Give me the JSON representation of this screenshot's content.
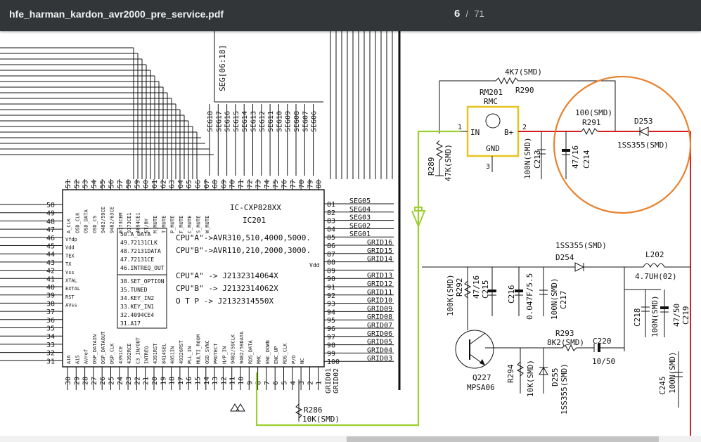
{
  "toolbar": {
    "filename": "hfe_harman_kardon_avr2000_pre_service.pdf",
    "page_current": "6",
    "page_separator": "/",
    "page_total": "71"
  },
  "schematic": {
    "ic_name": "IC-CXP828XX",
    "ic_ref": "IC201",
    "cpu_a_models": "CPU\"A\"->AVR310,510,4000,5000.",
    "cpu_b_models": "CPU\"B\"->AVR110,210,2000,3000.",
    "cpu_a_code": "CPU\"A\"  -> J2132314064X",
    "cpu_b_code": "CPU\"B\"  -> J2132314062X",
    "otp_code": "O T P  -> J2132314550X",
    "vdd": "Vdd",
    "seg_bus": "SEG[06:18]",
    "top_pins": [
      "51",
      "52",
      "53",
      "54",
      "55",
      "56",
      "57",
      "58",
      "59",
      "60",
      "61",
      "62",
      "63",
      "64",
      "65",
      "66",
      "67",
      "68",
      "69",
      "70",
      "71",
      "72",
      "73",
      "74",
      "75",
      "76",
      "77",
      "78",
      "79",
      "80"
    ],
    "top_sigs": [
      "A_CLK",
      "OSD_CLK",
      "OSD_DATA",
      "OSD_CS",
      "9482/59CE",
      "9482/63CE",
      "9173CEM",
      "9173CE1",
      "4094CE1",
      "ST/BY",
      "M_MUTE",
      "T_MUTE",
      "P_MUTE",
      "F_MUTE",
      "C_MUTE",
      "S_MUTE",
      "W_MUTE"
    ],
    "seg_lines": [
      "SEG18",
      "SEG17",
      "SEG16",
      "SEG15",
      "SEG14",
      "SEG13",
      "SEG12",
      "SEG11",
      "SEG10",
      "SEG09",
      "SEG08",
      "SEG07",
      "SEG06"
    ],
    "left_pins": [
      "50",
      "49",
      "48",
      "47",
      "46",
      "45",
      "44",
      "43",
      "42",
      "41",
      "40",
      "39",
      "38",
      "37",
      "36",
      "35",
      "34",
      "33",
      "32",
      "31"
    ],
    "left_sigs": [
      "Vfdp",
      "Vdd",
      "TEX",
      "TX",
      "Vss",
      "XTAL",
      "EXTAL",
      "RST",
      "AVss"
    ],
    "right_pins": [
      "81",
      "82",
      "83",
      "84",
      "85",
      "86",
      "87",
      "88",
      "89",
      "90",
      "91",
      "92",
      "93",
      "94",
      "95",
      "96",
      "97",
      "98",
      "99",
      "100"
    ],
    "right_sigs": [
      "SEG05",
      "SEG04",
      "SEG03",
      "SEG02",
      "SEG01",
      "GRID16",
      "GRID15",
      "GRID14",
      "",
      "GRID13",
      "GRID12",
      "GRID11",
      "GRID10",
      "GRID09",
      "GRID08",
      "GRID07",
      "GRID06",
      "GRID05",
      "GRID04",
      "GRID03"
    ],
    "grid_bottom": [
      "GRID01",
      "GRID02"
    ],
    "bottom_pins": [
      "30",
      "29",
      "28",
      "27",
      "26",
      "25",
      "24",
      "23",
      "22",
      "21",
      "20",
      "19",
      "18",
      "17",
      "16",
      "15",
      "14",
      "13",
      "12",
      "11",
      "10",
      "9",
      "8",
      "7",
      "6",
      "5",
      "4",
      "3",
      "2",
      "1"
    ],
    "bottom_sigs": [
      "A16",
      "A15",
      "AVref",
      "DSP_DATAIN",
      "DSP_DATAOUT",
      "DSP_CLK",
      "4391CE",
      "4392RCE",
      "C3_IN/OUT",
      "INTREQ",
      "4391RST",
      "8414SEL",
      "4051IN",
      "49326RST",
      "PLL_IN",
      "MULTI_ROOM",
      "OSD_SYNC",
      "PROTECT",
      "H/P_IN",
      "9482/59CLK",
      "9482/59DATA",
      "RDS_DATA",
      "RMC",
      "ENC_DOWN",
      "ENC_UP",
      "RDS_CLK",
      "P/D",
      "NC"
    ],
    "inner_left": [
      "50.A_DATA",
      "49.72131CLK",
      "48.72131DATA",
      "47.72131CE",
      "46.INTREQ_OUT"
    ],
    "inner_left2": [
      "38.SET_OPTION",
      "35.TUNED",
      "34.KEY_IN2",
      "33.KEY_IN1",
      "32.4094CE4",
      "31.A17"
    ],
    "r290": {
      "value": "4K7(SMD)",
      "ref": "R290"
    },
    "rm201": {
      "ref": "RM201",
      "name": "RMC",
      "pin_in": "IN",
      "pin_bplus": "B+",
      "pin_gnd": "GND",
      "n1": "1",
      "n2": "2",
      "n3": "3"
    },
    "r289": {
      "ref": "R289",
      "value": "47K(SMD)"
    },
    "c213": {
      "value": "100N(SMD)",
      "ref": "C213"
    },
    "c214": {
      "value": "47/16",
      "ref": "C214"
    },
    "r291": {
      "value": "100(SMD)",
      "ref": "R291"
    },
    "d253": {
      "ref": "D253",
      "value": "1SS355(SMD)"
    },
    "d254": {
      "value": "1SS355(SMD)",
      "ref": "D254"
    },
    "l202": {
      "ref": "L202",
      "value": "4.7UH(02)"
    },
    "r292": {
      "value": "100K(SMD)",
      "ref": "R292"
    },
    "c215": {
      "value": "47/16",
      "ref": "C215"
    },
    "c216": {
      "ref": "C216",
      "value": "0.047F/5.5"
    },
    "c217": {
      "value": "100N(SMD)",
      "ref": "C217"
    },
    "c218": {
      "ref": "C218",
      "value": "100N(SMD)"
    },
    "c219": {
      "value": "47/50",
      "ref": "C219"
    },
    "r293": {
      "ref": "R293",
      "value": "8K2(SMD)"
    },
    "c220": {
      "ref": "C220",
      "value": "10/50"
    },
    "q227": {
      "ref": "Q227",
      "value": "MPSA06"
    },
    "r294": {
      "ref": "R294",
      "value": "10K(SMD)"
    },
    "d255": {
      "ref": "D255",
      "value": "1SS355(SMD)"
    },
    "c245": {
      "ref": "C245",
      "value": "100N(SMD)"
    },
    "r286": {
      "ref": "R286",
      "value": "10K(SMD)"
    }
  },
  "colors": {
    "toolbar_bg": "#323639",
    "highlight_yellow": "#e8c31f",
    "highlight_green": "#9ccf2f",
    "highlight_red": "#d42020",
    "highlight_orange": "#e8822f"
  }
}
